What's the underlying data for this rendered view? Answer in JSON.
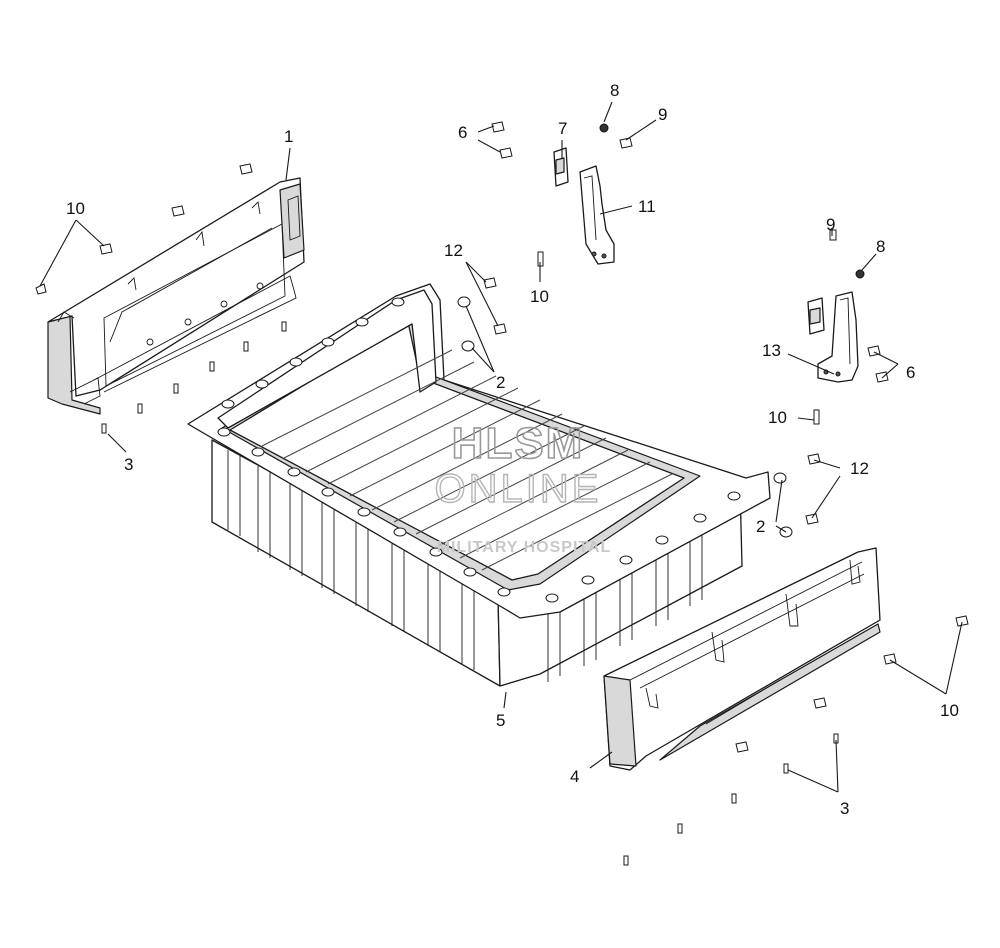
{
  "callouts": [
    {
      "id": "1",
      "text": "1"
    },
    {
      "id": "2a",
      "text": "2"
    },
    {
      "id": "2b",
      "text": "2"
    },
    {
      "id": "3a",
      "text": "3"
    },
    {
      "id": "3b",
      "text": "3"
    },
    {
      "id": "4",
      "text": "4"
    },
    {
      "id": "5",
      "text": "5"
    },
    {
      "id": "6a",
      "text": "6"
    },
    {
      "id": "6b",
      "text": "6"
    },
    {
      "id": "7",
      "text": "7"
    },
    {
      "id": "8a",
      "text": "8"
    },
    {
      "id": "8b",
      "text": "8"
    },
    {
      "id": "9a",
      "text": "9"
    },
    {
      "id": "9b",
      "text": "9"
    },
    {
      "id": "10a",
      "text": "10"
    },
    {
      "id": "10b",
      "text": "10"
    },
    {
      "id": "10c",
      "text": "10"
    },
    {
      "id": "10d",
      "text": "10"
    },
    {
      "id": "11",
      "text": "11"
    },
    {
      "id": "12a",
      "text": "12"
    },
    {
      "id": "12b",
      "text": "12"
    },
    {
      "id": "13",
      "text": "13"
    }
  ],
  "watermark": {
    "line1": "HLSM",
    "line2": "ONLINE",
    "line3": "MILITARY HOSPITAL"
  }
}
